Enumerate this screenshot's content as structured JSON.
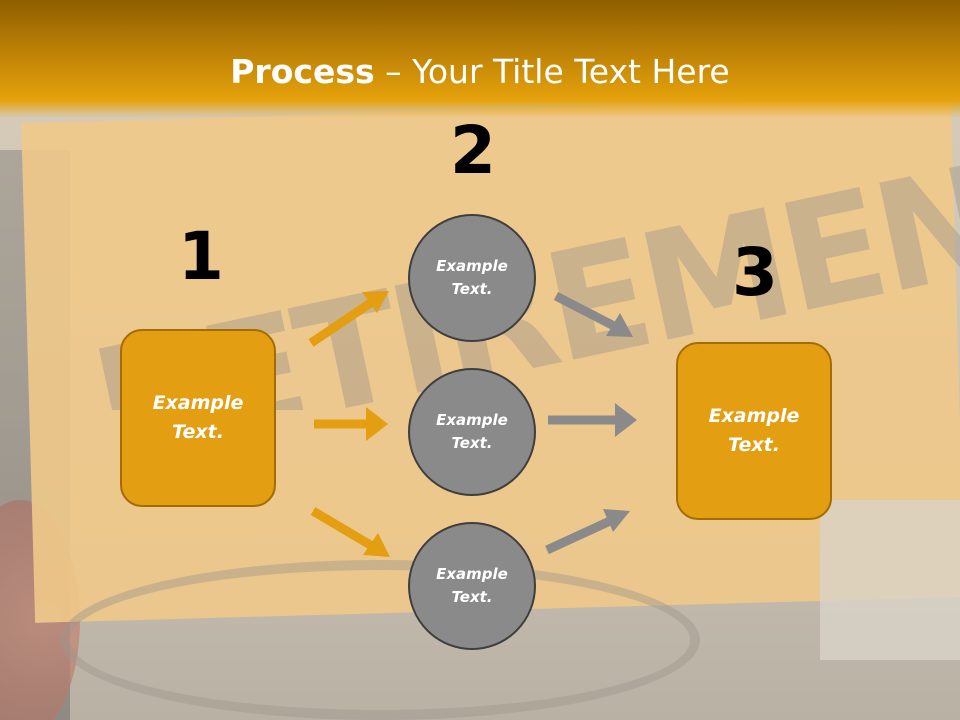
{
  "title": {
    "bold": "Process",
    "rest": " – Your Title Text Here"
  },
  "steps": [
    {
      "number": "1",
      "box_text": "Example\nText."
    },
    {
      "number": "2",
      "circles": [
        "Example\nText.",
        "Example\nText.",
        "Example\nText."
      ]
    },
    {
      "number": "3",
      "box_text": "Example\nText."
    }
  ],
  "background": {
    "photo_word": "RETIREMENT"
  },
  "colors": {
    "accent": "#e39e11",
    "header": "#c88a07",
    "circle": "#8a8a8a",
    "gray_arrow": "#8a8a8a"
  }
}
